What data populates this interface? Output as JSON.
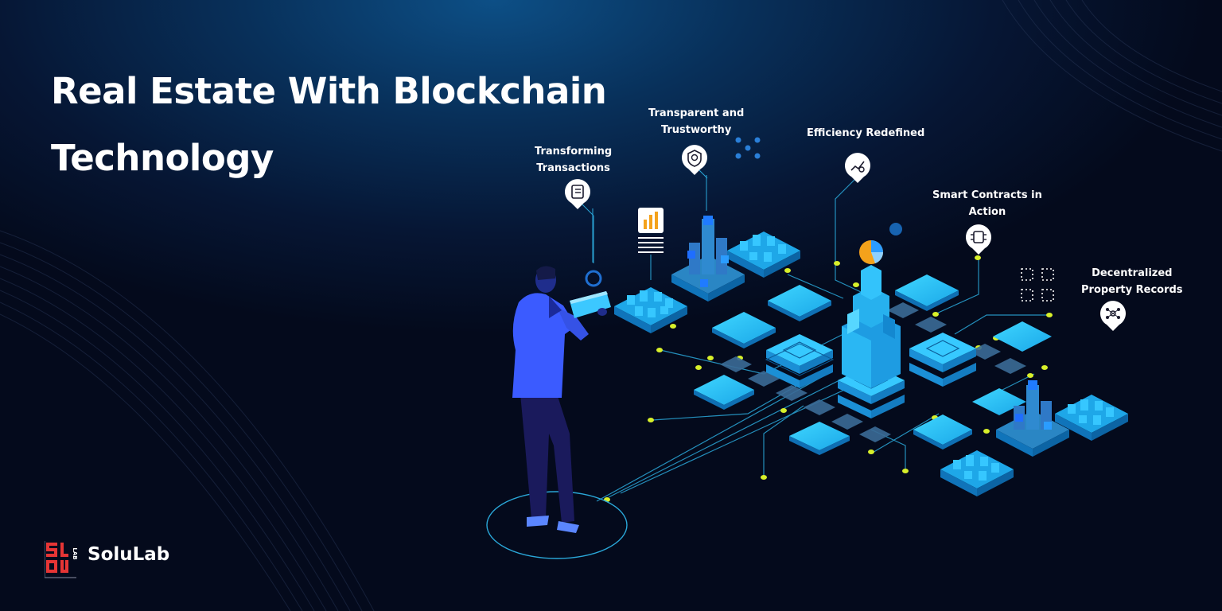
{
  "headline": {
    "line1": "Real Estate With Blockchain",
    "line2": "Technology"
  },
  "features": [
    {
      "line1": "Transforming",
      "line2": "Transactions",
      "icon": "document-transaction-icon"
    },
    {
      "line1": "Transparent and",
      "line2": "Trustworthy",
      "icon": "shield-search-icon"
    },
    {
      "line1": "Efficiency Redefined",
      "line2": "",
      "icon": "growth-chart-icon"
    },
    {
      "line1": "Smart Contracts in",
      "line2": "Action",
      "icon": "contract-chip-icon"
    },
    {
      "line1": "Decentralized",
      "line2": "Property Records",
      "icon": "network-nodes-icon"
    }
  ],
  "brand": {
    "name": "SoluLab",
    "mark_text": "LAB"
  },
  "colors": {
    "background": "#050b1f",
    "accent_cyan": "#27c4f5",
    "node_yellow": "#d8f02a",
    "person_blue": "#3b5bff",
    "brand_red": "#e63535"
  }
}
